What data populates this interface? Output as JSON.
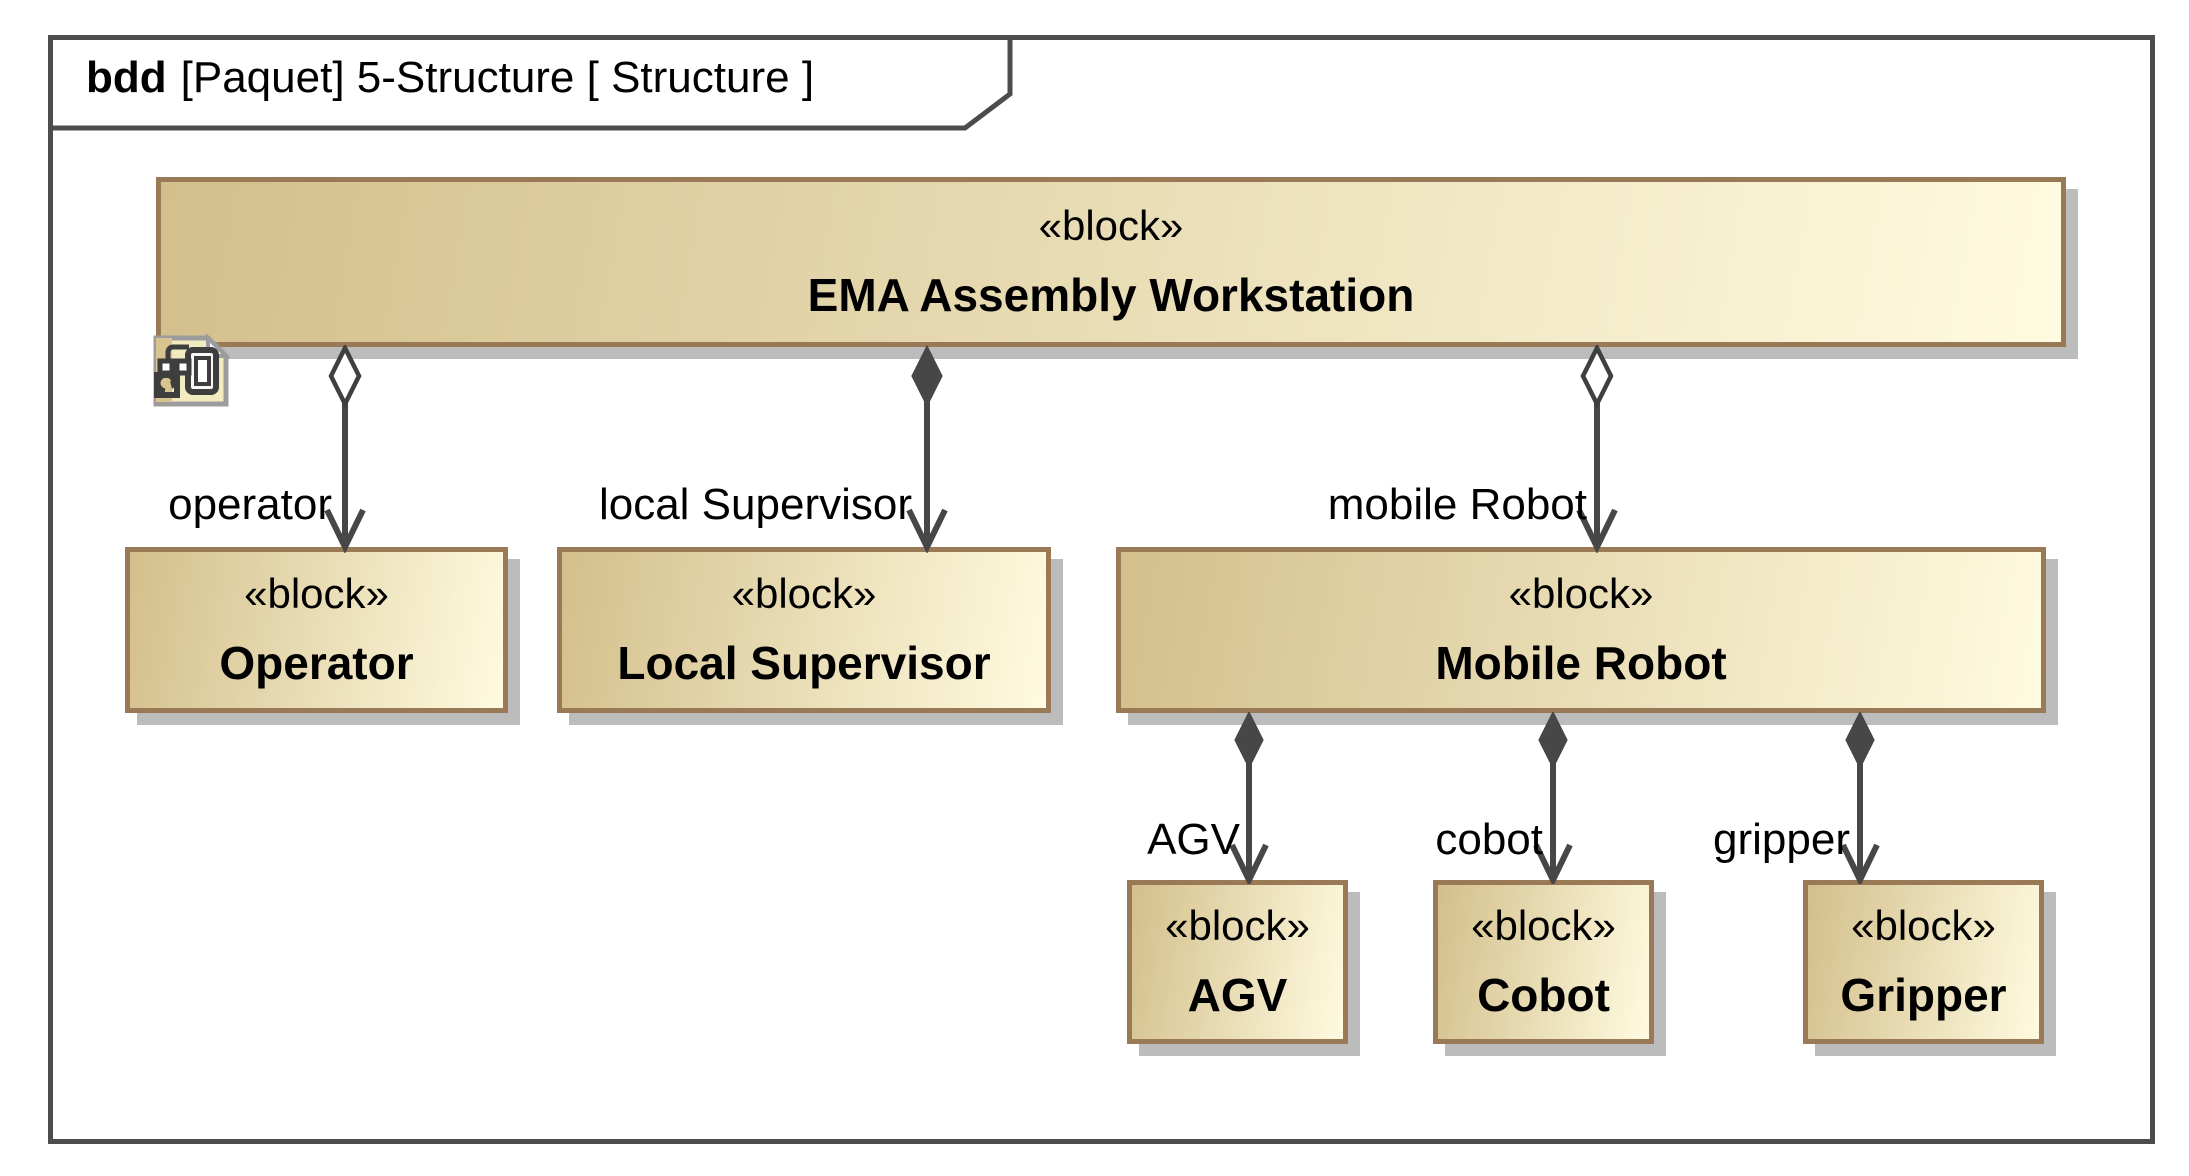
{
  "frame": {
    "keyword": "bdd",
    "title": "[Paquet] 5-Structure [ Structure ]"
  },
  "blocks": {
    "ema": {
      "stereotype": "«block»",
      "name": "EMA Assembly Workstation"
    },
    "operator": {
      "stereotype": "«block»",
      "name": "Operator"
    },
    "local_supervisor": {
      "stereotype": "«block»",
      "name": "Local Supervisor"
    },
    "mobile_robot": {
      "stereotype": "«block»",
      "name": "Mobile Robot"
    },
    "agv": {
      "stereotype": "«block»",
      "name": "AGV"
    },
    "cobot": {
      "stereotype": "«block»",
      "name": "Cobot"
    },
    "gripper": {
      "stereotype": "«block»",
      "name": "Gripper"
    }
  },
  "connectors": {
    "operator": {
      "label": "operator",
      "from": "EMA Assembly Workstation",
      "to": "Operator",
      "diamond": "hollow"
    },
    "local_supervisor": {
      "label": "local Supervisor",
      "from": "EMA Assembly Workstation",
      "to": "Local Supervisor",
      "diamond": "filled"
    },
    "mobile_robot": {
      "label": "mobile Robot",
      "from": "EMA Assembly Workstation",
      "to": "Mobile Robot",
      "diamond": "hollow"
    },
    "agv": {
      "label": "AGV",
      "from": "Mobile Robot",
      "to": "AGV",
      "diamond": "filled"
    },
    "cobot": {
      "label": "cobot",
      "from": "Mobile Robot",
      "to": "Cobot",
      "diamond": "filled"
    },
    "gripper": {
      "label": "gripper",
      "from": "Mobile Robot",
      "to": "Gripper",
      "diamond": "filled"
    }
  },
  "icons": {
    "diagram_overview": "bdd-diagram-icon"
  },
  "colors": {
    "frame_border": "#4c4c4c",
    "block_border": "#9a7a56",
    "block_fill_start": "#d3bf8b",
    "block_fill_end": "#fffbe0",
    "shadow": "#bcbcbc",
    "connector": "#474747"
  }
}
